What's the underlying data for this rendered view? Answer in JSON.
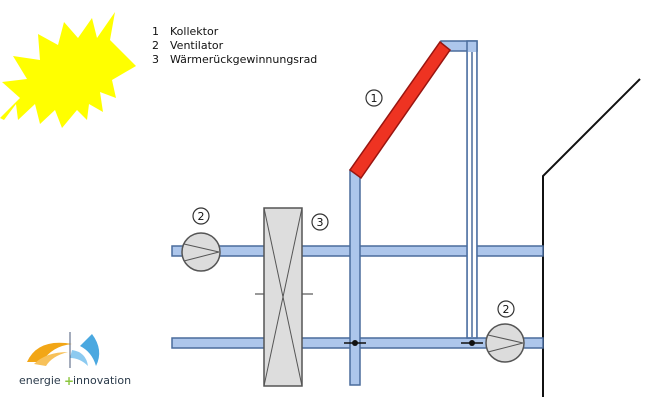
{
  "legend": {
    "items": [
      {
        "number": "1",
        "label": "Kollektor"
      },
      {
        "number": "2",
        "label": "Ventilator"
      },
      {
        "number": "3",
        "label": "Wärmerückgewinnungsrad"
      }
    ]
  },
  "markers": {
    "collector": "1",
    "fan_supply": "2",
    "fan_exhaust": "2",
    "heat_wheel": "3"
  },
  "logo": {
    "word_left": "energie",
    "plus": "+",
    "word_right": "innovation"
  },
  "colors": {
    "duct_fill": "#adc6eb",
    "duct_stroke": "#4a6c9c",
    "collector_fill": "#ee3322",
    "collector_stroke": "#991510",
    "sun": "#ffff00",
    "wheel_fill": "#dddddd",
    "fan_fill": "#dcdcdc",
    "logo_orange": "#f2a616",
    "logo_blue": "#4aa8e0",
    "logo_plus": "#8cc63f"
  }
}
